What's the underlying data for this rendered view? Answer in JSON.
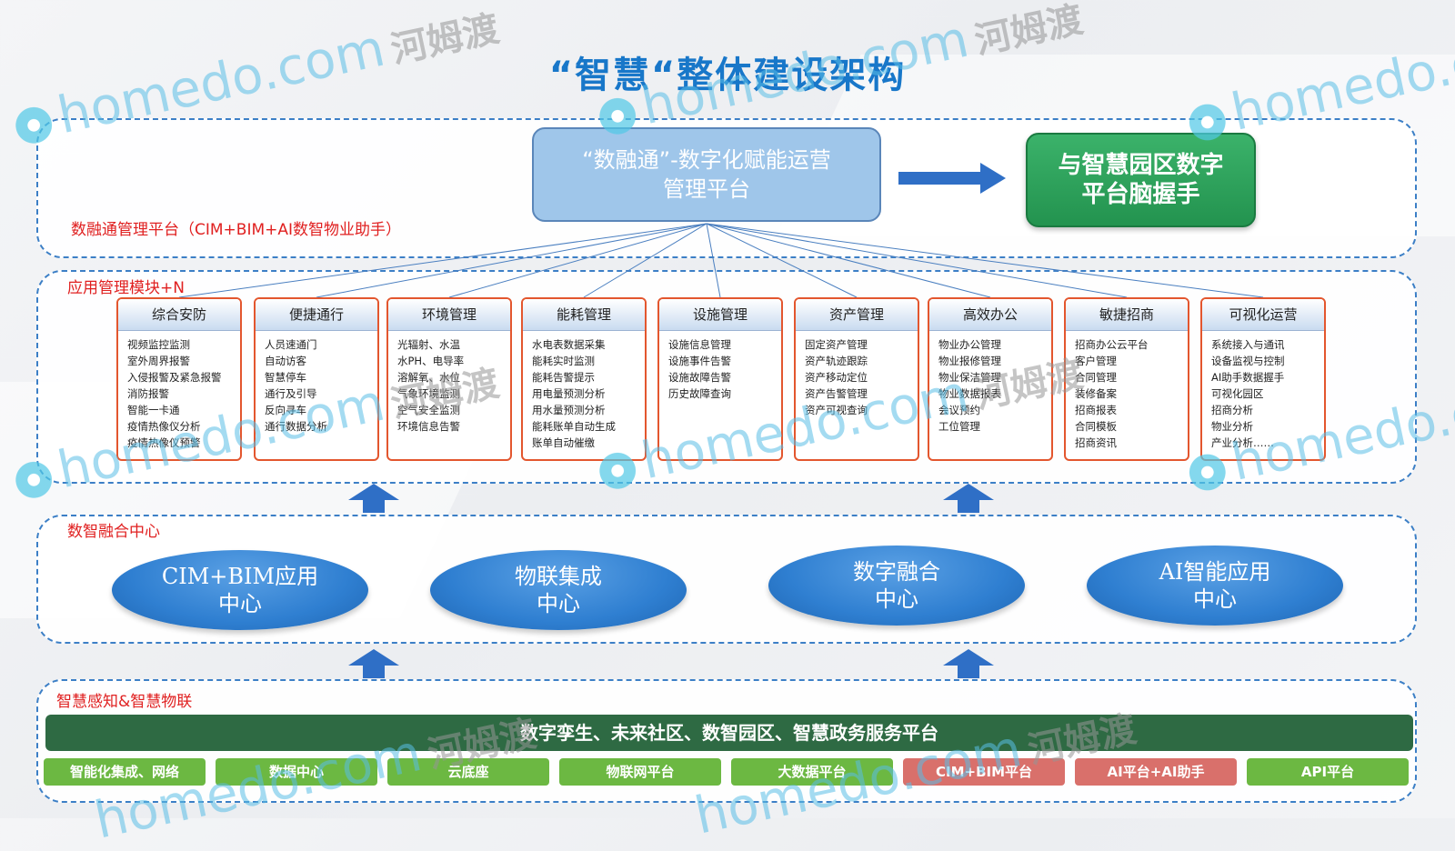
{
  "title": "“智慧“整体建设架构",
  "layer1": {
    "label": "数融通管理平台（CIM+BIM+AI数智物业助手）",
    "platform_line1": "“数融通”-数字化赋能运营",
    "platform_line2": "管理平台",
    "handshake_line1": "与智慧园区数字",
    "handshake_line2": "平台脑握手"
  },
  "layer2": {
    "label": "应用管理模块+N",
    "modules": [
      {
        "name": "综合安防",
        "items": [
          "视频监控监测",
          "室外周界报警",
          "入侵报警及紧急报警",
          "消防报警",
          "智能一卡通",
          "疫情热像仪分析",
          "疫情热像仪预警"
        ]
      },
      {
        "name": "便捷通行",
        "items": [
          "人员速通门",
          "自动访客",
          "智慧停车",
          "通行及引导",
          "反向寻车",
          "通行数据分析"
        ]
      },
      {
        "name": "环境管理",
        "items": [
          "光辐射、水温",
          "水PH、电导率",
          "溶解氧、水位",
          "气象环境监测",
          "空气安全监测",
          "环境信息告警"
        ]
      },
      {
        "name": "能耗管理",
        "items": [
          "水电表数据采集",
          "能耗实时监测",
          "能耗告警提示",
          "用电量预测分析",
          "用水量预测分析",
          "能耗账单自动生成",
          "账单自动催缴"
        ]
      },
      {
        "name": "设施管理",
        "items": [
          "设施信息管理",
          "设施事件告警",
          "设施故障告警",
          "历史故障查询"
        ]
      },
      {
        "name": "资产管理",
        "items": [
          "固定资产管理",
          "资产轨迹跟踪",
          "资产移动定位",
          "资产告警管理",
          "资产可视查询"
        ]
      },
      {
        "name": "高效办公",
        "items": [
          "物业办公管理",
          "物业报修管理",
          "物业保洁管理",
          "物业数据报表",
          "会议预约",
          "工位管理"
        ]
      },
      {
        "name": "敏捷招商",
        "items": [
          "招商办公云平台",
          "客户管理",
          "合同管理",
          "装修备案",
          "招商报表",
          "合同模板",
          "招商资讯"
        ]
      },
      {
        "name": "可视化运营",
        "items": [
          "系统接入与通讯",
          "设备监视与控制",
          "AI助手数据握手",
          "可视化园区",
          "招商分析",
          "物业分析",
          "产业分析……"
        ]
      }
    ]
  },
  "layer3": {
    "label": "数智融合中心",
    "centers": [
      {
        "line1": "CIM+BIM应用",
        "line2": "中心"
      },
      {
        "line1": "物联集成",
        "line2": "中心"
      },
      {
        "line1": "数字融合",
        "line2": "中心"
      },
      {
        "line1": "AI智能应用",
        "line2": "中心"
      }
    ]
  },
  "layer4": {
    "label": "智慧感知&智慧物联",
    "service_bar": "数字孪生、未来社区、数智园区、智慧政务服务平台",
    "platforms": [
      {
        "label": "智能化集成、网络",
        "color": "#6cb842"
      },
      {
        "label": "数据中心",
        "color": "#6cb842"
      },
      {
        "label": "云底座",
        "color": "#6cb842"
      },
      {
        "label": "物联网平台",
        "color": "#6cb842"
      },
      {
        "label": "大数据平台",
        "color": "#6cb842"
      },
      {
        "label": "CIM+BIM平台",
        "color": "#d9706b"
      },
      {
        "label": "AI平台+AI助手",
        "color": "#d9706b"
      },
      {
        "label": "API平台",
        "color": "#6cb842"
      }
    ]
  },
  "watermark": {
    "brand": "homedo.com",
    "cn": "河姆渡"
  },
  "colors": {
    "title": "#1877c9",
    "layer_border": "#3c7fc6",
    "module_border": "#e3562e",
    "service_bar": "#2e6a43"
  }
}
